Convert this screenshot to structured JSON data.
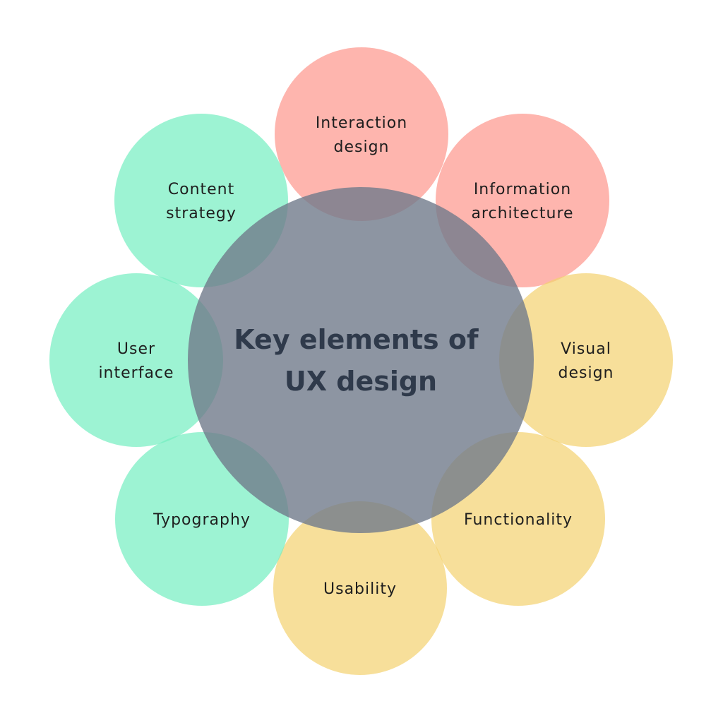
{
  "title": {
    "lines": [
      "Key elements of",
      "UX design"
    ]
  },
  "colors": {
    "center": "#717b8b",
    "red": "#fe958b",
    "yellow": "#f4d16f",
    "green": "#73eec1"
  },
  "elements": [
    {
      "lines": [
        "Interaction",
        "design"
      ],
      "color": "red"
    },
    {
      "lines": [
        "Information",
        "architecture"
      ],
      "color": "red"
    },
    {
      "lines": [
        "Visual",
        "design"
      ],
      "color": "yellow"
    },
    {
      "lines": [
        "Functionality"
      ],
      "color": "yellow"
    },
    {
      "lines": [
        "Usability"
      ],
      "color": "yellow"
    },
    {
      "lines": [
        "Typography"
      ],
      "color": "green"
    },
    {
      "lines": [
        "User",
        "interface"
      ],
      "color": "green"
    },
    {
      "lines": [
        "Content",
        "strategy"
      ],
      "color": "green"
    }
  ]
}
